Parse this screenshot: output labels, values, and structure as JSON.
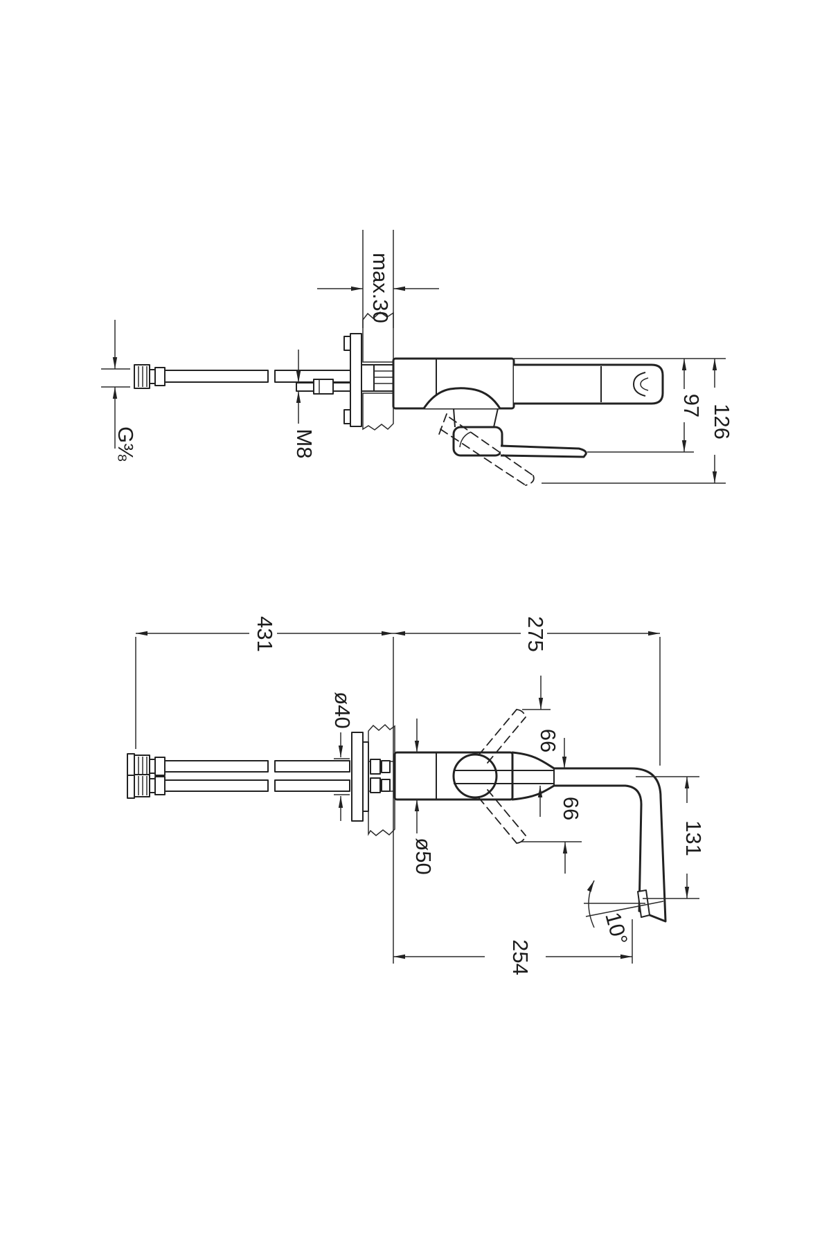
{
  "drawing": {
    "kind": "faucet installation technical drawing",
    "background_color": "#ffffff",
    "line_color": "#222222",
    "side_view": {
      "labels": {
        "max30": "max.30",
        "g38": "G⅜",
        "m8": "M8",
        "d97": "97",
        "d126": "126"
      }
    },
    "plan_view": {
      "labels": {
        "d431": "431",
        "d275": "275",
        "dia40": "ø40",
        "d66_upper": "66",
        "d66_lower": "66",
        "d131": "131",
        "dia50": "ø50",
        "angle10": "10°",
        "d254": "254"
      }
    }
  }
}
